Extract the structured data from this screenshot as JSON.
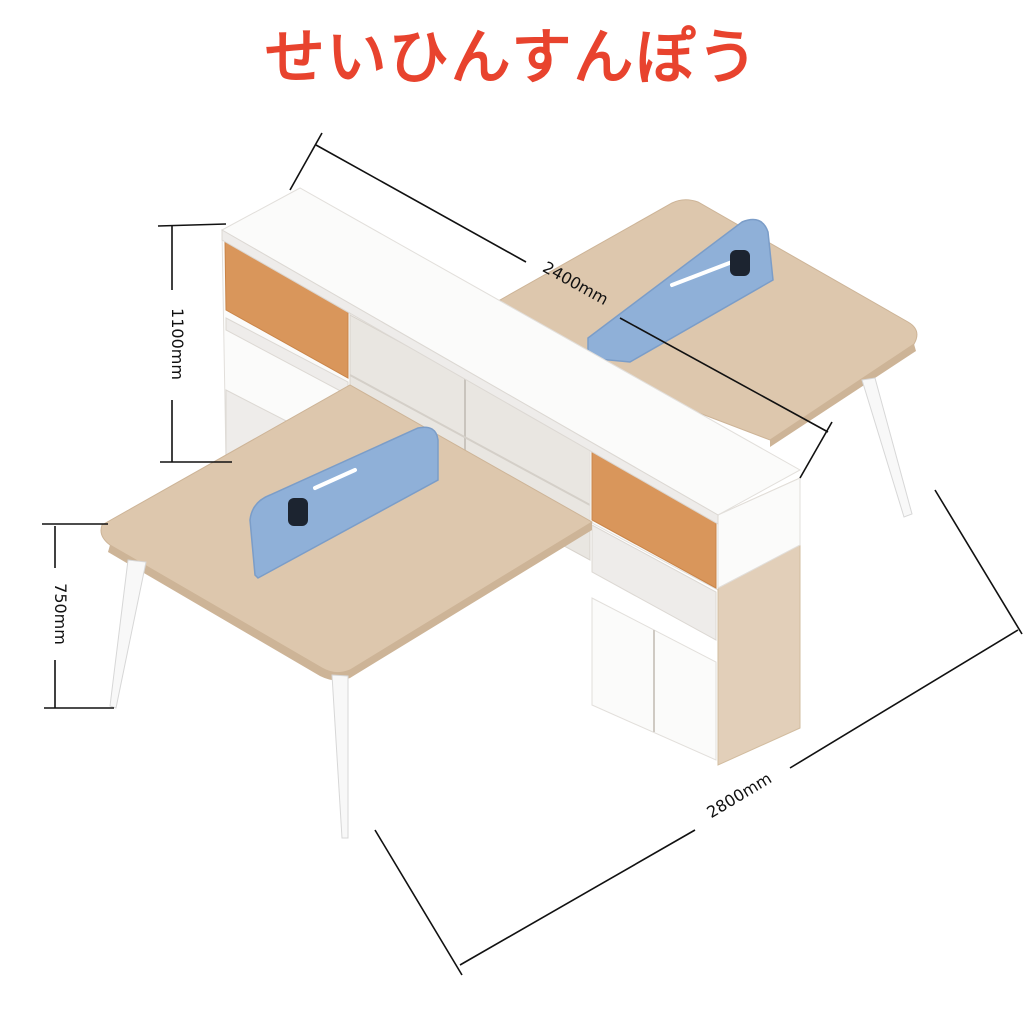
{
  "title": "せいひんすんぽう",
  "dimensions": {
    "depth_label": "2400mm",
    "width_label": "2800mm",
    "cabinet_height_label": "1100mm",
    "desk_height_label": "750mm"
  },
  "colors": {
    "title": "#e8432e",
    "desktop": "#ddc7ad",
    "desktop_edge": "#cdb497",
    "white_panel": "#fbfbfa",
    "panel_shade": "#eeecea",
    "orange_door": "#d9965b",
    "screen_blue": "#8fb0d8",
    "wood_side": "#e2cfb9",
    "dimension_line": "#111111"
  },
  "icons": [
    "desk-screen-clamp-icon"
  ]
}
